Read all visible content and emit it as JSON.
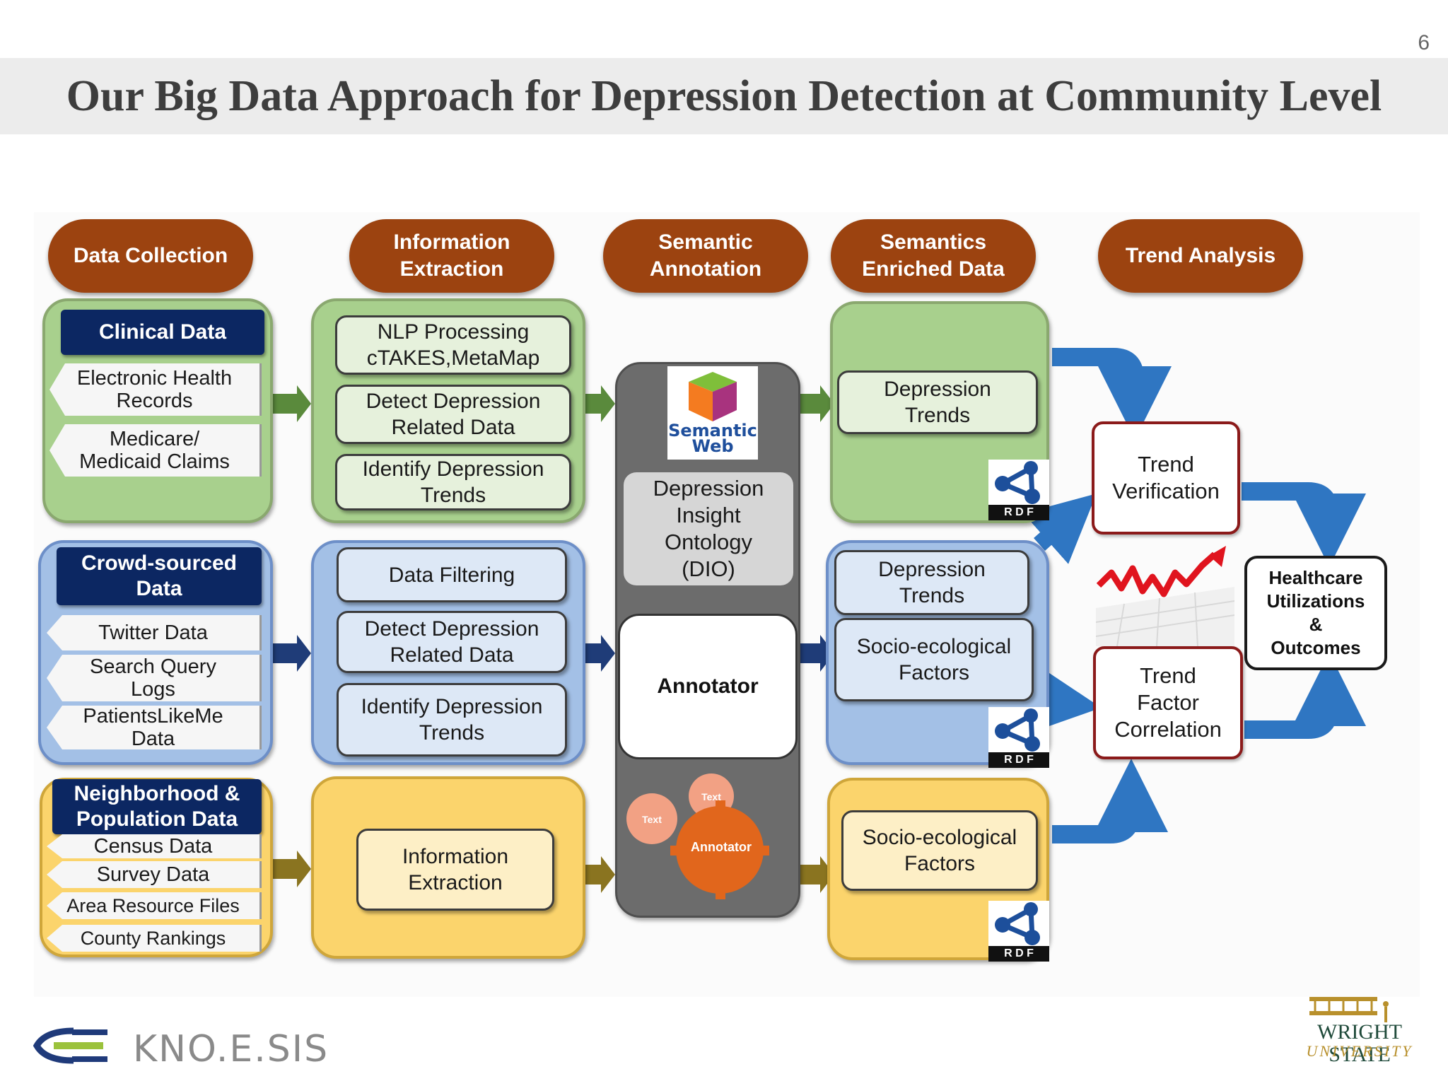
{
  "slide": {
    "page_number": "6",
    "title": "Our Big Data Approach for Depression Detection at Community Level"
  },
  "headers": {
    "data_collection": "Data Collection",
    "information_extraction": "Information\nExtraction",
    "semantic_annotation": "Semantic\nAnnotation",
    "semantics_enriched": "Semantics\nEnriched Data",
    "trend_analysis": "Trend Analysis"
  },
  "data_collection": {
    "clinical": {
      "heading": "Clinical Data",
      "items": [
        "Electronic Health\nRecords",
        "Medicare/\nMedicaid Claims"
      ]
    },
    "crowd": {
      "heading": "Crowd-sourced\nData",
      "items": [
        "Twitter Data",
        "Search Query\nLogs",
        "PatientsLikeMe\nData"
      ]
    },
    "neighborhood": {
      "heading": "Neighborhood &\nPopulation Data",
      "items": [
        "Census Data",
        "Survey Data",
        "Area Resource Files",
        "County Rankings"
      ]
    }
  },
  "information_extraction": {
    "green": [
      "NLP Processing\ncTAKES,MetaMap",
      "Detect Depression\nRelated Data",
      "Identify Depression\nTrends"
    ],
    "blue": [
      "Data Filtering",
      "Detect Depression\nRelated Data",
      "Identify Depression\nTrends"
    ],
    "yellow": [
      "Information\nExtraction"
    ]
  },
  "semantic_annotation": {
    "logo_text": "Semantic\nWeb",
    "ontology": "Depression\nInsight\nOntology\n(DIO)",
    "annotator": "Annotator",
    "gear_text_1": "Text",
    "gear_text_2": "Text",
    "gear_annotator": "Annotator"
  },
  "semantics_enriched": {
    "green": [
      "Depression\nTrends"
    ],
    "blue": [
      "Depression\nTrends",
      "Socio-ecological\nFactors"
    ],
    "yellow": [
      "Socio-ecological\nFactors"
    ],
    "rdf_label": "R D F"
  },
  "trend_analysis": {
    "verification": "Trend\nVerification",
    "correlation": "Trend\nFactor\nCorrelation",
    "outcomes": "Healthcare\nUtilizations\n&\nOutcomes"
  },
  "logos": {
    "knoesis": "KNO.E.SIS",
    "wright_state_1": "WRIGHT STATE",
    "wright_state_2": "UNIVERSITY"
  },
  "colors": {
    "header": "#9c4310",
    "navy": "#0c2762",
    "green_panel": "#a8d08d",
    "blue_panel": "#a3c0e6",
    "yellow_panel": "#fbd46c",
    "arrow_blue": "#2f76c2",
    "trend_border": "#8b1a1a"
  }
}
